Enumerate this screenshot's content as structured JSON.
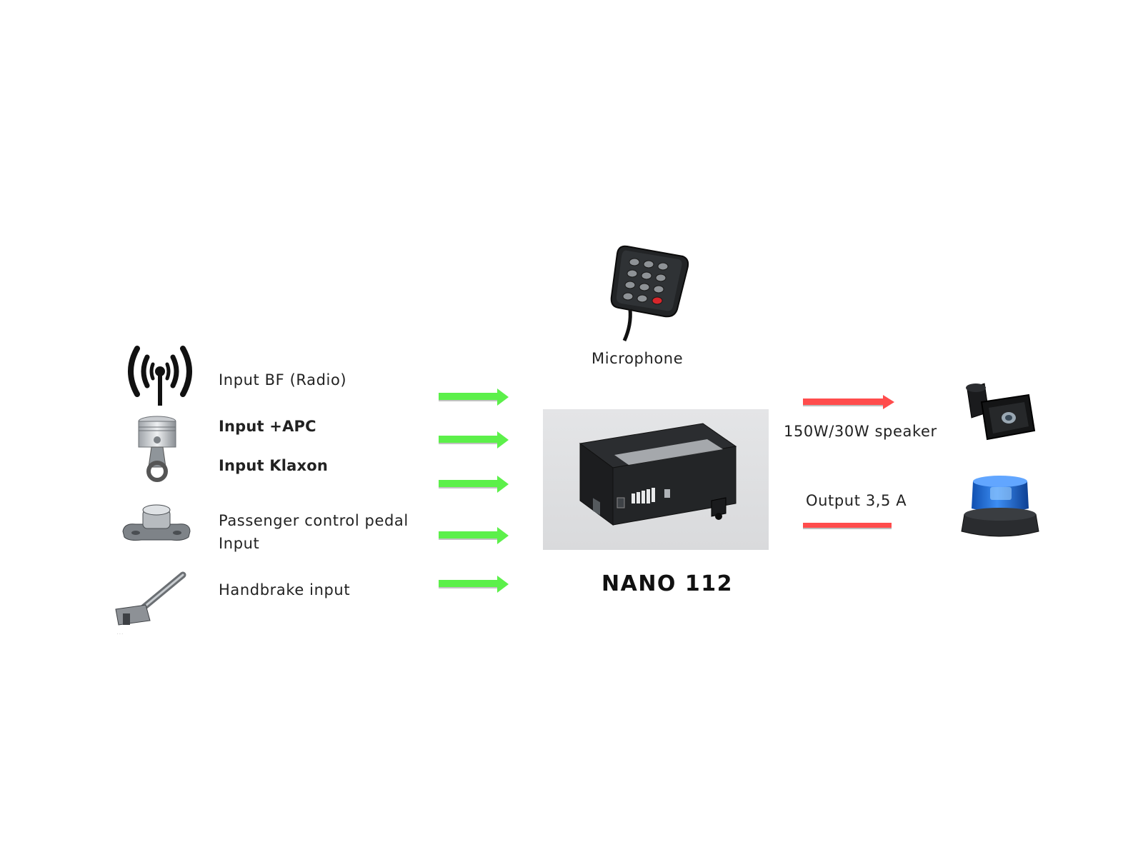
{
  "inputs": [
    {
      "label": "Input BF (Radio)",
      "icon": "radio-antenna-icon"
    },
    {
      "label": "Input  +APC",
      "icon": "piston-icon"
    },
    {
      "label": "Input Klaxon",
      "icon": "piston-icon"
    },
    {
      "label": "Passenger control pedal Input",
      "icon": "foot-pedal-icon"
    },
    {
      "label": "Handbrake input",
      "icon": "handbrake-icon"
    }
  ],
  "center": {
    "microphone_label": "Microphone",
    "device_name": "NANO 112"
  },
  "outputs": [
    {
      "label": "150W/30W speaker",
      "icon": "siren-speaker-icon"
    },
    {
      "label": "Output 3,5 A",
      "icon": "blue-beacon-icon"
    }
  ],
  "colors": {
    "input_arrow": "#5cf04a",
    "output_arrow": "#ff4c4c",
    "beacon": "#1f6fe0",
    "background": "#ffffff"
  }
}
